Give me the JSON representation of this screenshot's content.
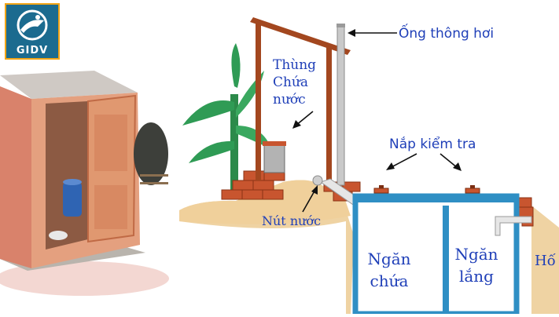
{
  "logo": {
    "text": "GIDV"
  },
  "labels": {
    "vent_pipe": "Ống thông hơi",
    "water_tank_line1": "Thùng",
    "water_tank_line2": "Chứa",
    "water_tank_line3": "nước",
    "inspection_lid": "Nắp kiểm tra",
    "water_plug": "Nút nước",
    "chamber1_line1": "Ngăn",
    "chamber1_line2": "chứa",
    "chamber2_line1": "Ngăn",
    "chamber2_line2": "lắng",
    "pit": "Hố"
  },
  "colors": {
    "label": "#1f3fb8",
    "brick": "#c8552f",
    "soil": "#efd3a3",
    "tank_outline": "#2f8fc4",
    "wood": "#a3471f",
    "leaf": "#2f9b55"
  }
}
